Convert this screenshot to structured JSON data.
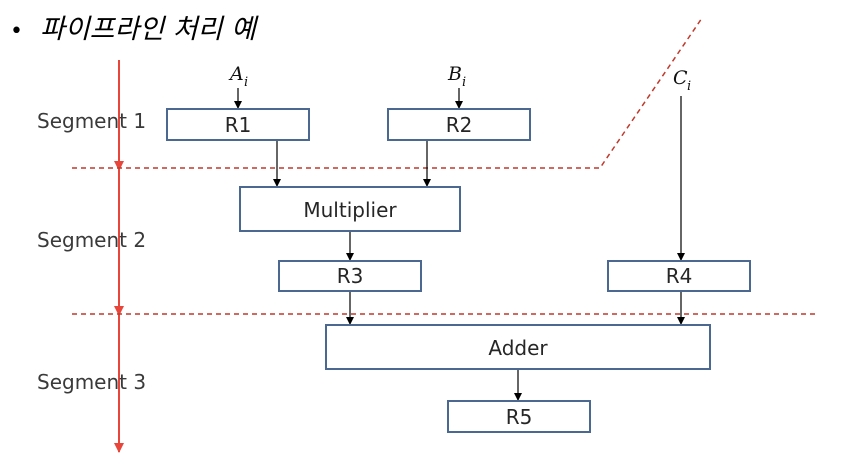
{
  "title": {
    "bullet": "•",
    "text": "파이프라인 처리 예"
  },
  "segments": [
    {
      "id": "seg1",
      "label": "Segment 1"
    },
    {
      "id": "seg2",
      "label": "Segment 2"
    },
    {
      "id": "seg3",
      "label": "Segment 3"
    }
  ],
  "inputs": [
    {
      "id": "a",
      "letter": "A",
      "sub": "i"
    },
    {
      "id": "b",
      "letter": "B",
      "sub": "i"
    },
    {
      "id": "c",
      "letter": "C",
      "sub": "i"
    }
  ],
  "boxes": [
    {
      "id": "r1",
      "label": "R1"
    },
    {
      "id": "r2",
      "label": "R2"
    },
    {
      "id": "mul",
      "label": "Multiplier"
    },
    {
      "id": "r3",
      "label": "R3"
    },
    {
      "id": "r4",
      "label": "R4"
    },
    {
      "id": "add",
      "label": "Adder"
    },
    {
      "id": "r5",
      "label": "R5"
    }
  ],
  "colors": {
    "box_border": "#4a6890",
    "arrow": "#000000",
    "segment_arrow": "#e8463a",
    "divider": "#c0392b"
  }
}
